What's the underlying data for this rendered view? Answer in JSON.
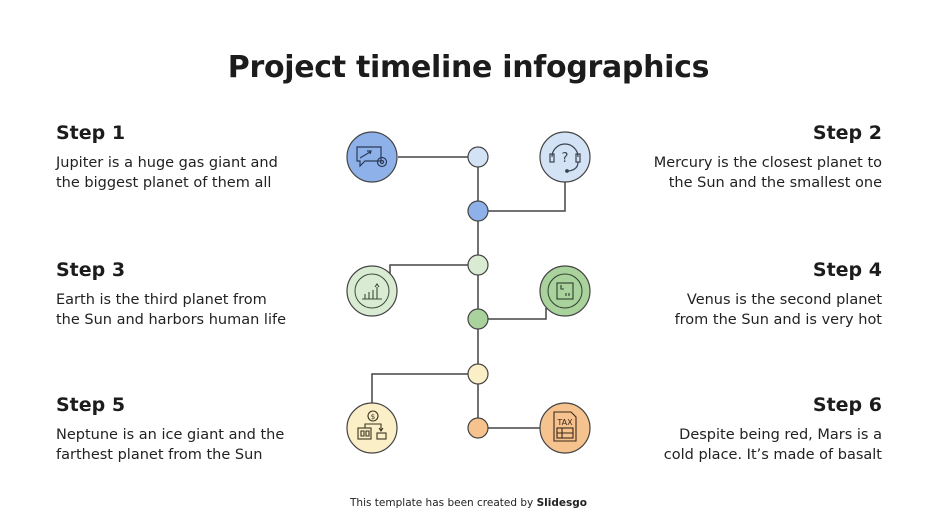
{
  "title": "Project timeline infographics",
  "steps": [
    {
      "label": "Step 1",
      "text1": "Jupiter is a huge gas giant and",
      "text2": "the biggest planet of them all",
      "icon": "chat-growth-gear-icon",
      "color": "#8fb1ea"
    },
    {
      "label": "Step 2",
      "text1": "Mercury is the closest planet to",
      "text2": "the Sun and the smallest one",
      "icon": "headset-help-icon",
      "color": "#d3e2f5"
    },
    {
      "label": "Step 3",
      "text1": "Earth is the third planet from",
      "text2": "the Sun and harbors human life",
      "icon": "growth-cycle-icon",
      "color": "#d9ecd3"
    },
    {
      "label": "Step 4",
      "text1": "Venus is the second planet",
      "text2": "from the Sun and is very hot",
      "icon": "package-cycle-icon",
      "color": "#a9d29c"
    },
    {
      "label": "Step 5",
      "text1": "Neptune is an ice giant and the",
      "text2": "farthest planet from the Sun",
      "icon": "store-payment-transfer-icon",
      "color": "#fbefc8"
    },
    {
      "label": "Step 6",
      "text1": "Despite being red, Mars is a",
      "text2": "cold place. It’s made of basalt",
      "icon": "tax-document-icon",
      "color": "#f6c28e"
    }
  ],
  "tax_label": "TAX",
  "footer": {
    "prefix": "This template has been created by ",
    "brand": "Slidesgo"
  }
}
